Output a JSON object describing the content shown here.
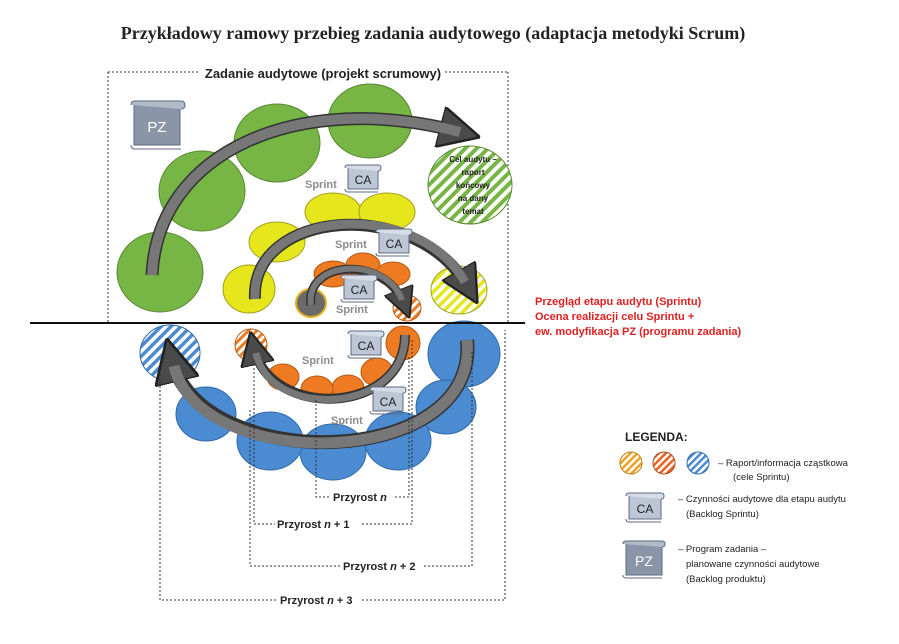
{
  "title": "Przykładowy ramowy przebieg zadania audytowego (adaptacja metodyki Scrum)",
  "project_label": "Zadanie audytowe (projekt scrumowy)",
  "goal_text": [
    "Cel audytu –",
    "raport",
    "końcowy",
    "na dany",
    "temat"
  ],
  "sprint_label": "Sprint",
  "ca_label": "CA",
  "pz_label": "PZ",
  "review_lines": [
    "Przegląd etapu audytu (Sprintu)",
    "Ocena realizacji celu Sprintu +",
    "ew. modyfikacja PZ (programu zadania)"
  ],
  "increments": {
    "n0": {
      "prefix": "Przyrost ",
      "n": "n",
      "suffix": ""
    },
    "n1": {
      "prefix": "Przyrost ",
      "n": "n",
      "suffix": " + 1"
    },
    "n2": {
      "prefix": "Przyrost ",
      "n": "n",
      "suffix": " + 2"
    },
    "n3": {
      "prefix": "Przyrost ",
      "n": "n",
      "suffix": " + 3"
    }
  },
  "legend": {
    "title": "LEGENDA:",
    "report": [
      "– Raport/informacja cząstkowa",
      "(cele Sprintu)"
    ],
    "ca": [
      "– Czynności audytowe dla etapu audytu",
      "(Backlog Sprintu)"
    ],
    "pz": [
      "– Program zadania –",
      "planowane czynności audytowe",
      "(Backlog produktu)"
    ]
  },
  "colors": {
    "green": "#77b545",
    "yellow": "#e6e61c",
    "orange": "#ee7a22",
    "blue": "#4a8bd2",
    "red_text": "#e02020",
    "arrow_gray": "#6e6e6e"
  }
}
